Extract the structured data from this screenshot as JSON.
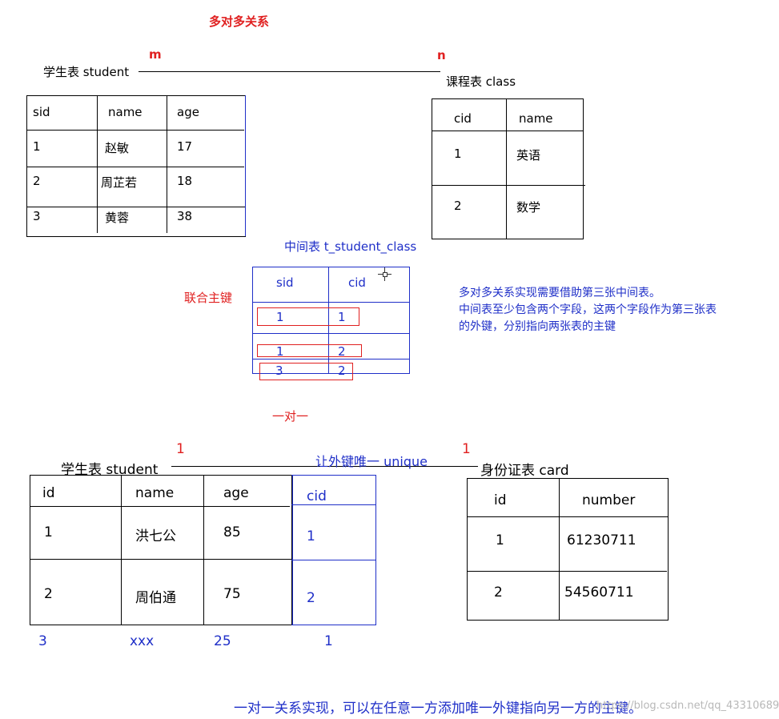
{
  "many_to_many": {
    "title": "多对多关系",
    "mult_m": "m",
    "mult_n": "n",
    "student_label": "学生表  student",
    "class_label": "课程表    class",
    "student_table": {
      "headers": [
        "sid",
        "name",
        "age"
      ],
      "rows": [
        [
          "1",
          "赵敏",
          "17"
        ],
        [
          "2",
          "周芷若",
          "18"
        ],
        [
          "3",
          "黄蓉",
          "38"
        ]
      ]
    },
    "class_table": {
      "headers": [
        "cid",
        "name"
      ],
      "rows": [
        [
          "1",
          "英语"
        ],
        [
          "2",
          "数学"
        ]
      ]
    },
    "middle_label": "中间表  t_student_class",
    "composite_key_label": "联合主键",
    "middle_table": {
      "headers": [
        "sid",
        "cid"
      ],
      "rows": [
        [
          "1",
          "1"
        ],
        [
          "1",
          "2"
        ],
        [
          "3",
          "2"
        ]
      ]
    },
    "note_lines": [
      "多对多关系实现需要借助第三张中间表。",
      "中间表至少包含两个字段，这两个字段作为第三张表",
      "的外键，分别指向两张表的主键"
    ]
  },
  "one_to_one": {
    "title": "一对一",
    "mult_left": "1",
    "mult_right": "1",
    "link_label": "让外键唯一 unique",
    "student_label": "学生表 student",
    "card_label": "身份证表  card",
    "student_table": {
      "headers": [
        "id",
        "name",
        "age",
        "cid"
      ],
      "rows": [
        [
          "1",
          "洪七公",
          "85",
          "1"
        ],
        [
          "2",
          "周伯通",
          "75",
          "2"
        ]
      ]
    },
    "extra_row": [
      "3",
      "xxx",
      "25",
      "1"
    ],
    "card_table": {
      "headers": [
        "id",
        "number"
      ],
      "rows": [
        [
          "1",
          "61230711"
        ],
        [
          "2",
          "54560711"
        ]
      ]
    },
    "bottom_note": "一对一关系实现，可以在任意一方添加唯一外键指向另一方的主键。"
  },
  "watermark": "https://blog.csdn.net/qq_43310689",
  "colors": {
    "red": "#e02020",
    "blue": "#1f2fc8"
  }
}
